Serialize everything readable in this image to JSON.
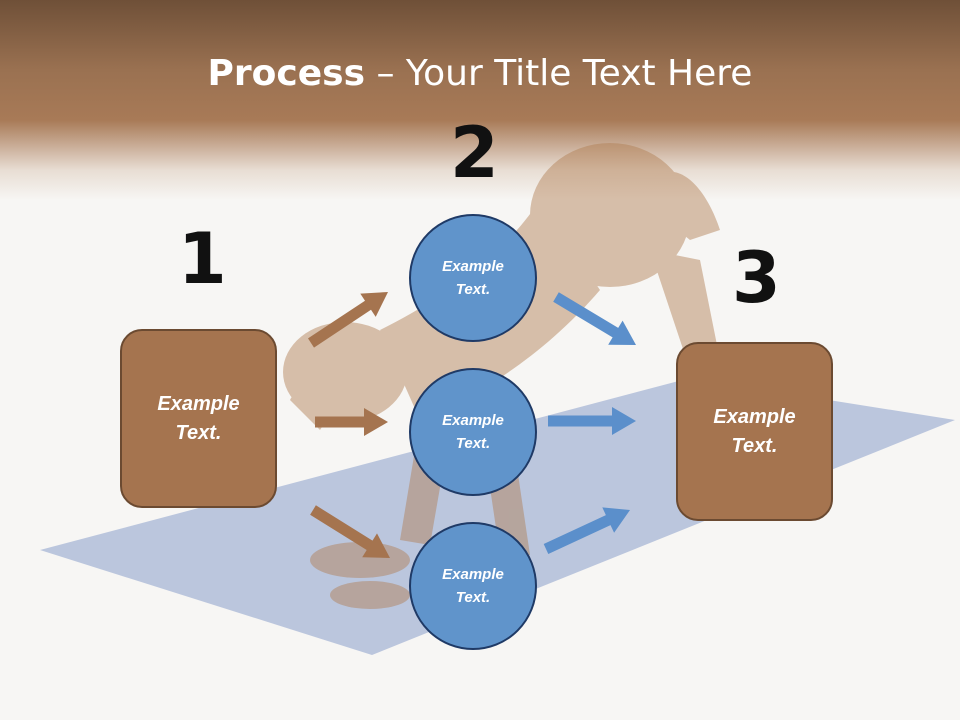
{
  "title": {
    "bold": "Process",
    "rest": " – Your Title Text Here"
  },
  "steps": [
    {
      "number": "1",
      "text": "Example Text."
    },
    {
      "number": "2",
      "texts": [
        "Example Text.",
        "Example Text.",
        "Example Text."
      ]
    },
    {
      "number": "3",
      "text": "Example Text."
    }
  ],
  "colors": {
    "box_fill": "#a5744f",
    "box_border": "#6b4a31",
    "circle_fill": "#6094cb",
    "circle_border": "#1f3a66",
    "arrow_brown": "#a5744f",
    "arrow_blue": "#5b8fcb"
  }
}
